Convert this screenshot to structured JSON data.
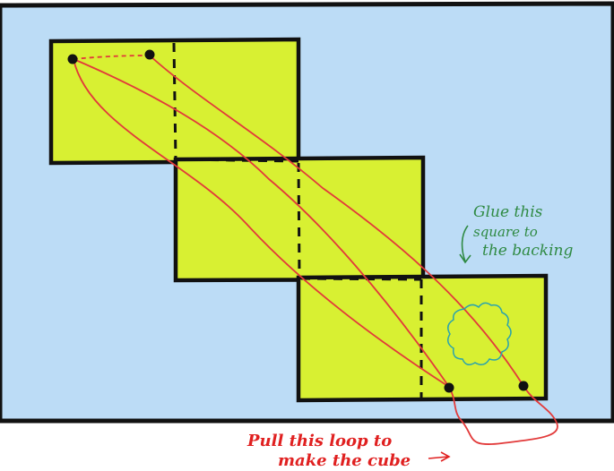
{
  "colors": {
    "backing": "#bcdcf6",
    "square_fill": "#d8f032",
    "outline": "#111111",
    "loop": "#e23a3a",
    "glue_note": "#2f8a43",
    "glue_blob": "#2aa3ad",
    "caption": "#e02020"
  },
  "annotations": {
    "glue_line1": "Glue this",
    "glue_line2": "square to",
    "glue_line3": "the backing",
    "caption_line1": "Pull this loop to",
    "caption_line2": "make the cube"
  },
  "icons": {
    "glue_arrow": "down-arrow-icon",
    "hole_marker": "dot-icon"
  }
}
